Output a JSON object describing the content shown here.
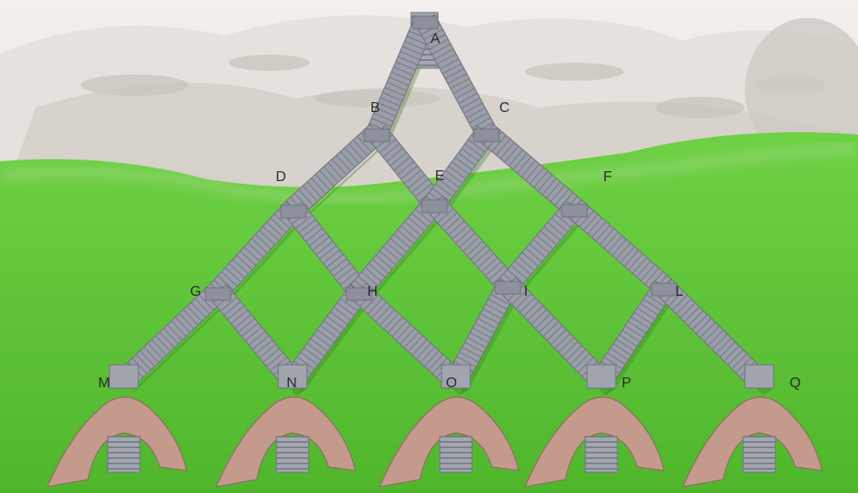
{
  "diagram": {
    "nodes": [
      {
        "id": "A",
        "label": "A"
      },
      {
        "id": "B",
        "label": "B"
      },
      {
        "id": "C",
        "label": "C"
      },
      {
        "id": "D",
        "label": "D"
      },
      {
        "id": "E",
        "label": "E"
      },
      {
        "id": "F",
        "label": "F"
      },
      {
        "id": "G",
        "label": "G"
      },
      {
        "id": "H",
        "label": "H"
      },
      {
        "id": "I",
        "label": "I"
      },
      {
        "id": "L",
        "label": "L"
      },
      {
        "id": "M",
        "label": "M"
      },
      {
        "id": "N",
        "label": "N"
      },
      {
        "id": "O",
        "label": "O"
      },
      {
        "id": "P",
        "label": "P"
      },
      {
        "id": "Q",
        "label": "Q"
      }
    ],
    "edges": [
      [
        "A",
        "B"
      ],
      [
        "A",
        "C"
      ],
      [
        "B",
        "D"
      ],
      [
        "B",
        "E"
      ],
      [
        "C",
        "E"
      ],
      [
        "C",
        "F"
      ],
      [
        "D",
        "G"
      ],
      [
        "D",
        "H"
      ],
      [
        "E",
        "H"
      ],
      [
        "E",
        "I"
      ],
      [
        "F",
        "I"
      ],
      [
        "F",
        "L"
      ],
      [
        "G",
        "M"
      ],
      [
        "G",
        "N"
      ],
      [
        "H",
        "N"
      ],
      [
        "H",
        "O"
      ],
      [
        "I",
        "O"
      ],
      [
        "I",
        "P"
      ],
      [
        "L",
        "P"
      ],
      [
        "L",
        "Q"
      ]
    ],
    "colors": {
      "snow": "#eeeae6",
      "grass": "#5fc83a",
      "stairs": "#9a9ea8",
      "rock": "#c49a8c"
    }
  }
}
